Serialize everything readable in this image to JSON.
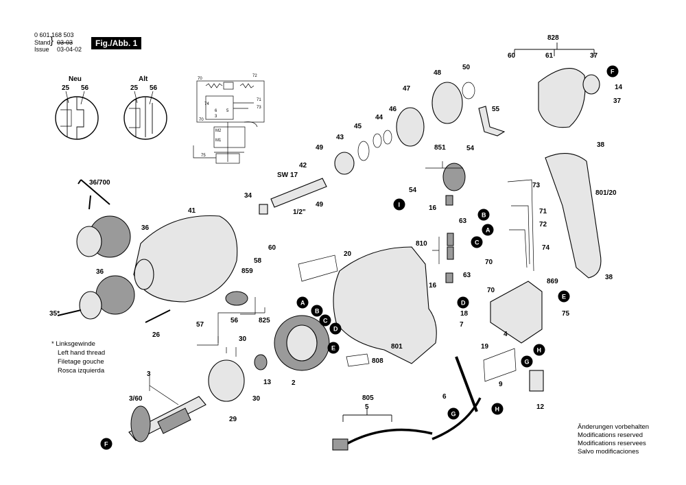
{
  "header": {
    "part_number": "0 601 168 503",
    "stand_label": "Stand",
    "issue_label": "Issue",
    "stand_value": "03-03",
    "issue_value": "03-04-02",
    "figure_label": "Fig./Abb. 1"
  },
  "detail": {
    "neu_label": "Neu",
    "alt_label": "Alt",
    "neu_numbers": [
      "25",
      "56"
    ],
    "alt_numbers": [
      "25",
      "56"
    ]
  },
  "schematic_labels": [
    "70",
    "72",
    "71",
    "73",
    "74",
    "6",
    "5",
    "3",
    "M2",
    "M1",
    "70",
    "75"
  ],
  "callouts": [
    "828",
    "60",
    "61",
    "37",
    "14",
    "37",
    "50",
    "48",
    "47",
    "46",
    "44",
    "45",
    "55",
    "60",
    "43",
    "49",
    "42",
    "17",
    "SW",
    "34",
    "49",
    "1/2\"",
    "41",
    "36/700",
    "36",
    "36",
    "35*",
    "26",
    "60",
    "58",
    "859",
    "56",
    "57",
    "825",
    "20",
    "54",
    "851",
    "54",
    "16",
    "63",
    "810",
    "16",
    "63",
    "70",
    "73",
    "71",
    "72",
    "74",
    "70",
    "869",
    "38",
    "801/20",
    "38",
    "18",
    "7",
    "75",
    "4",
    "19",
    "801",
    "808",
    "9",
    "30",
    "13",
    "30",
    "29",
    "2",
    "3",
    "3/60",
    "6",
    "805",
    "5",
    "12"
  ],
  "pins": [
    "F",
    "B",
    "A",
    "C",
    "D",
    "E",
    "I",
    "F",
    "G",
    "H",
    "G",
    "H",
    "I",
    "B",
    "A",
    "C",
    "D",
    "E"
  ],
  "legend": {
    "line1": "* Linksgewinde",
    "line2": "Left hand thread",
    "line3": "Filetage gouche",
    "line4": "Rosca izquierda"
  },
  "notes": {
    "line1": "Änderungen vorbehalten",
    "line2": "Modifications reserved",
    "line3": "Modifications reservees",
    "line4": "Salvo modificaciones"
  }
}
